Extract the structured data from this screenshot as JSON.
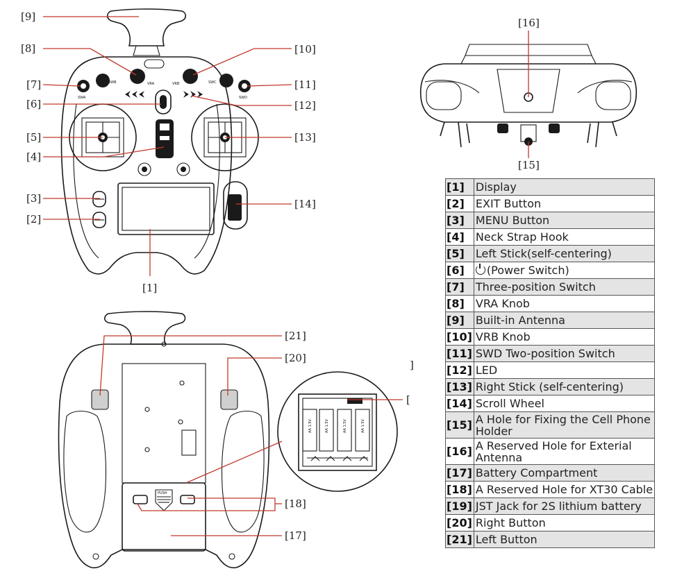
{
  "callouts": {
    "c1": "[1]",
    "c2": "[2]",
    "c3": "[3]",
    "c4": "[4]",
    "c5": "[5]",
    "c6": "[6]",
    "c7": "[7]",
    "c8": "[8]",
    "c9": "[9]",
    "c10": "[10]",
    "c11": "[11]",
    "c12": "[12]",
    "c13": "[13]",
    "c14": "[14]",
    "c15": "[15]",
    "c16": "[16]",
    "c17": "[17]",
    "c18": "[18]",
    "c20": "[20]",
    "c21": "[21]",
    "stray_bracket": "]",
    "stray_open": "["
  },
  "device_labels": {
    "swa": "SWA",
    "swb": "SWB",
    "vra": "VRA",
    "vrb": "VRB",
    "swc": "SWC",
    "swd": "SWD",
    "push": "PUSH",
    "cell": "AA 1.5V"
  },
  "legend": [
    {
      "num": "[1]",
      "desc": "Display"
    },
    {
      "num": "[2]",
      "desc": "EXIT Button"
    },
    {
      "num": "[3]",
      "desc": "MENU Button"
    },
    {
      "num": "[4]",
      "desc": "Neck Strap Hook"
    },
    {
      "num": "[5]",
      "desc": "Left Stick(self-centering)"
    },
    {
      "num": "[6]",
      "desc": "(Power Switch)"
    },
    {
      "num": "[7]",
      "desc": "Three-position Switch"
    },
    {
      "num": "[8]",
      "desc": "VRA Knob"
    },
    {
      "num": "[9]",
      "desc": "Built-in Antenna"
    },
    {
      "num": "[10]",
      "desc": "VRB Knob"
    },
    {
      "num": "[11]",
      "desc": "SWD Two-position Switch"
    },
    {
      "num": "[12]",
      "desc": "LED"
    },
    {
      "num": "[13]",
      "desc": "Right Stick (self-centering)"
    },
    {
      "num": "[14]",
      "desc": "Scroll Wheel"
    },
    {
      "num": "[15]",
      "desc": "A Hole for Fixing the Cell Phone Holder"
    },
    {
      "num": "[16]",
      "desc": "A Reserved Hole for Exterial Antenna"
    },
    {
      "num": "[17]",
      "desc": "Battery Compartment"
    },
    {
      "num": "[18]",
      "desc": "A Reserved Hole for XT30 Cable"
    },
    {
      "num": "[19]",
      "desc": "JST Jack for 2S lithium battery"
    },
    {
      "num": "[20]",
      "desc": "Right Button"
    },
    {
      "num": "[21]",
      "desc": "Left Button"
    }
  ],
  "colors": {
    "leader": "#c0392b",
    "outline": "#1a1a1a",
    "shade": "#e4e4e4"
  }
}
